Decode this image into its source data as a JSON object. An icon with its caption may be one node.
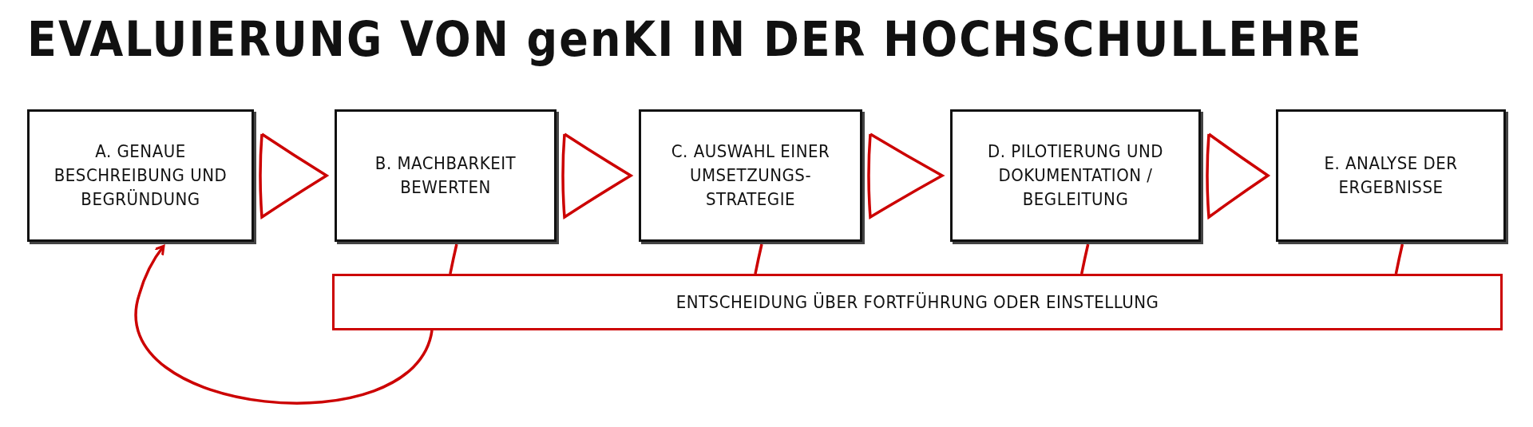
{
  "diagram": {
    "title": "EVALUIERUNG VON genKI IN DER HOCHSCHULLEHRE",
    "nodes": [
      {
        "text": [
          "A. GENAUE BESCHREIBUNG UND BEGRÜNDUNG"
        ]
      },
      {
        "text": [
          "B. MACHBARKEIT BEWERTEN"
        ]
      },
      {
        "text": [
          "C. AUSWAHL EINER UMSETZUNGS-STRATEGIE"
        ]
      },
      {
        "text": [
          "D. PILOTIERUNG UND DOKUMENTATION / BEGLEITUNG"
        ]
      },
      {
        "text": [
          "E. ANALYSE DER ERGEBNISSE"
        ]
      },
      {
        "text": [
          "ENTSCHEIDUNG ÜBER FORTFÜHRUNG ODER EINSTELLUNG"
        ]
      }
    ],
    "edges": [
      {
        "from": 0,
        "to": 1,
        "arrow": "to"
      },
      {
        "from": 1,
        "to": 2,
        "arrow": "to"
      },
      {
        "from": 2,
        "to": 3,
        "arrow": "to"
      },
      {
        "from": 3,
        "to": 4,
        "arrow": "to"
      },
      {
        "from": 1,
        "to": 5,
        "arrow": "none"
      },
      {
        "from": 2,
        "to": 5,
        "arrow": "none"
      },
      {
        "from": 3,
        "to": 5,
        "arrow": "none"
      },
      {
        "from": 4,
        "to": 5,
        "arrow": "none"
      },
      {
        "from": 5,
        "to": 0,
        "arrow": "to"
      }
    ]
  }
}
